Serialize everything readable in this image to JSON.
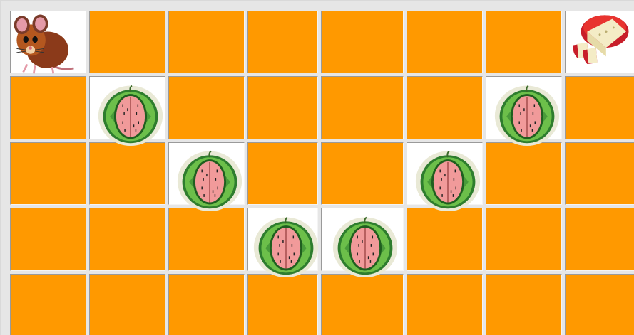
{
  "board": {
    "rows": 5,
    "cols": 8,
    "colors": {
      "tile_hidden": "#ff9900",
      "tile_revealed": "#ffffff"
    },
    "revealed": [
      [
        0,
        0
      ],
      [
        0,
        7
      ],
      [
        1,
        1
      ],
      [
        1,
        6
      ],
      [
        2,
        2
      ],
      [
        2,
        5
      ],
      [
        3,
        3
      ],
      [
        3,
        4
      ]
    ],
    "pieces": [
      {
        "type": "mouse",
        "icon": "mouse-icon",
        "row": 0,
        "col": 0
      },
      {
        "type": "cheese",
        "icon": "cheese-icon",
        "row": 0,
        "col": 7
      },
      {
        "type": "watermelon",
        "icon": "watermelon-icon",
        "row": 1,
        "col": 1
      },
      {
        "type": "watermelon",
        "icon": "watermelon-icon",
        "row": 1,
        "col": 6
      },
      {
        "type": "watermelon",
        "icon": "watermelon-icon",
        "row": 2,
        "col": 2
      },
      {
        "type": "watermelon",
        "icon": "watermelon-icon",
        "row": 2,
        "col": 5
      },
      {
        "type": "watermelon",
        "icon": "watermelon-icon",
        "row": 3,
        "col": 3
      },
      {
        "type": "watermelon",
        "icon": "watermelon-icon",
        "row": 3,
        "col": 4
      }
    ]
  }
}
